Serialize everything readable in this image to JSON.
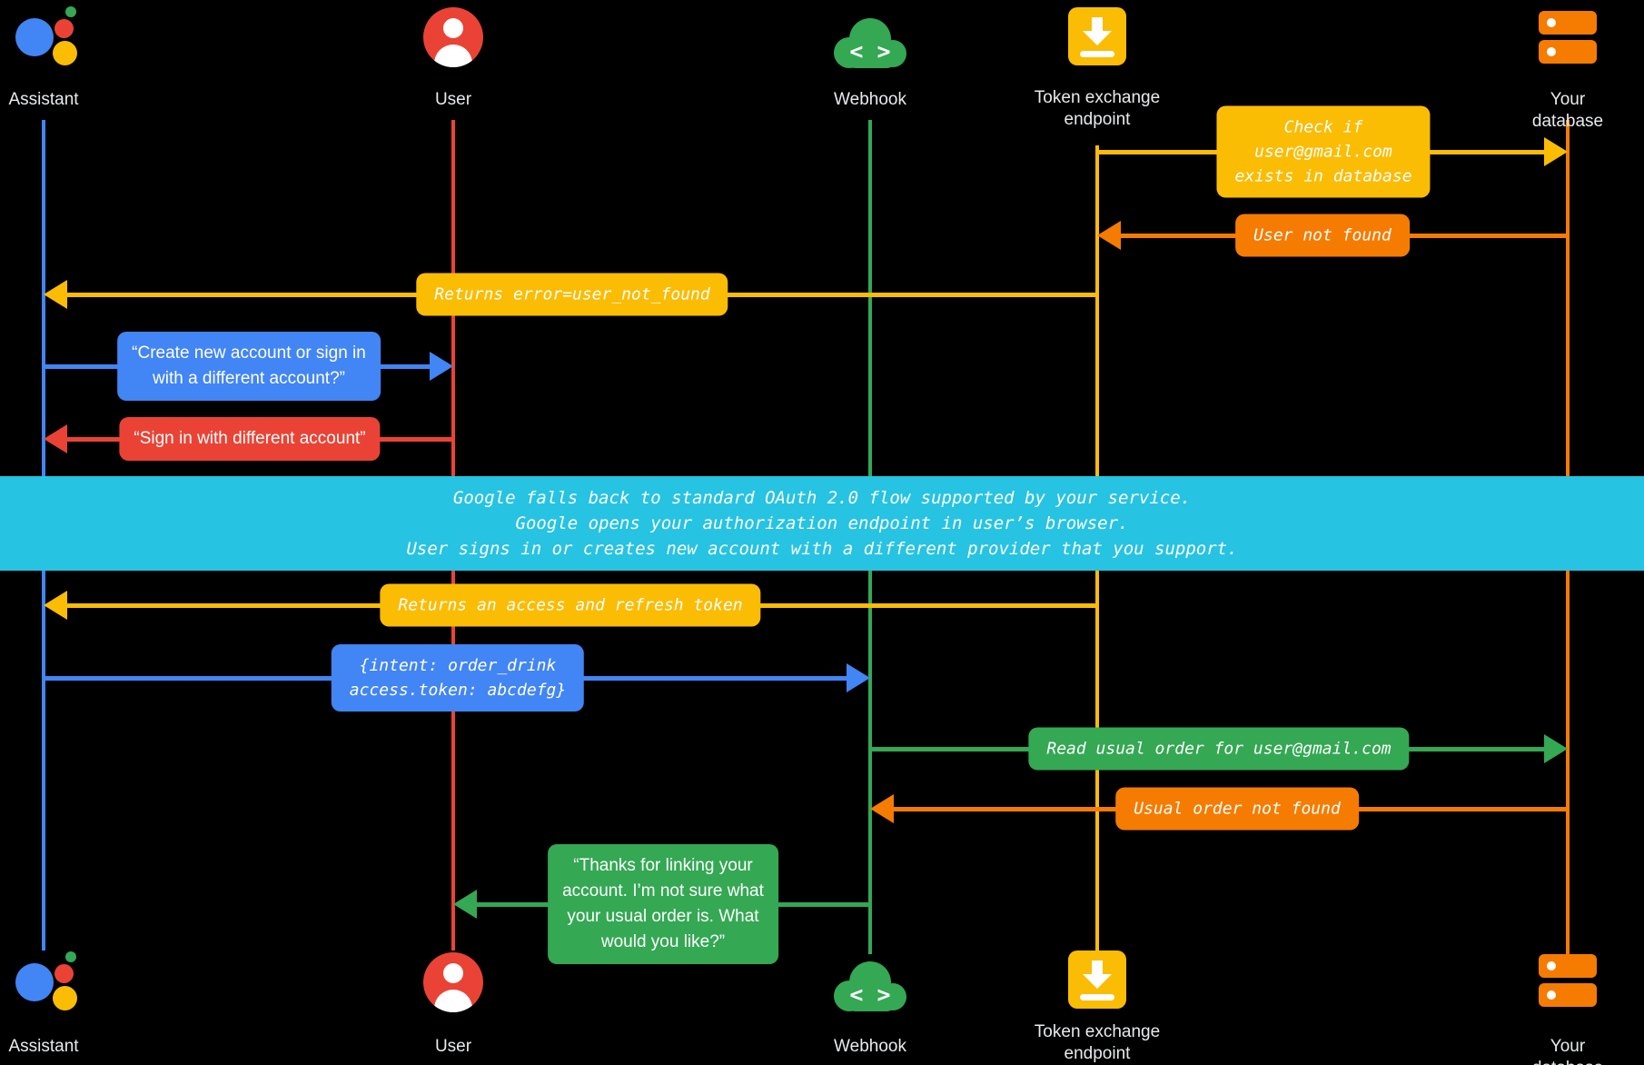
{
  "palette": {
    "blue": "#4285F4",
    "red": "#EA4335",
    "yellow": "#FBBC04",
    "green": "#34A853",
    "orange": "#F57C00",
    "cyan": "#26C3E2",
    "background": "#000000",
    "label_text": "#FFFFFF"
  },
  "lanes": [
    {
      "id": "assistant",
      "label": "Assistant",
      "icon": "google-assistant-logo"
    },
    {
      "id": "user",
      "label": "User",
      "icon": "user-avatar"
    },
    {
      "id": "webhook",
      "label": "Webhook",
      "icon": "cloud-code",
      "icon_glyph": "< >"
    },
    {
      "id": "token_exchange",
      "label": "Token exchange\nendpoint",
      "icon": "token-box-arrow"
    },
    {
      "id": "database",
      "label": "Your database",
      "icon": "database-stack"
    }
  ],
  "messages": [
    {
      "from": "token_exchange",
      "to": "database",
      "color": "yellow",
      "text": "Check if\nuser@gmail.com\nexists in database"
    },
    {
      "from": "database",
      "to": "token_exchange",
      "color": "orange",
      "text": "User not found"
    },
    {
      "from": "token_exchange",
      "to": "assistant",
      "color": "yellow",
      "text": "Returns error=user_not_found"
    },
    {
      "from": "assistant",
      "to": "user",
      "color": "blue",
      "text": "“Create new account or sign in\nwith a different account?”"
    },
    {
      "from": "user",
      "to": "assistant",
      "color": "red",
      "text": "“Sign in with different account”"
    },
    {
      "from": "token_exchange",
      "to": "assistant",
      "color": "yellow",
      "text": "Returns an access and refresh token"
    },
    {
      "from": "assistant",
      "to": "webhook",
      "color": "blue",
      "text": "{intent: order_drink\naccess.token: abcdefg}"
    },
    {
      "from": "webhook",
      "to": "database",
      "color": "green",
      "text": "Read usual order for user@gmail.com"
    },
    {
      "from": "database",
      "to": "webhook",
      "color": "orange",
      "text": "Usual order not found"
    },
    {
      "from": "webhook",
      "to": "user",
      "color": "green",
      "text": "“Thanks for linking your\naccount. I’m not sure what\nyour usual order is. What\nwould you like?”"
    }
  ],
  "banner": {
    "color": "#26C3E2",
    "text": "Google falls back to standard OAuth 2.0 flow supported by your service.\nGoogle opens your authorization endpoint in user’s browser.\nUser signs in or creates new account with a different provider that you support."
  }
}
